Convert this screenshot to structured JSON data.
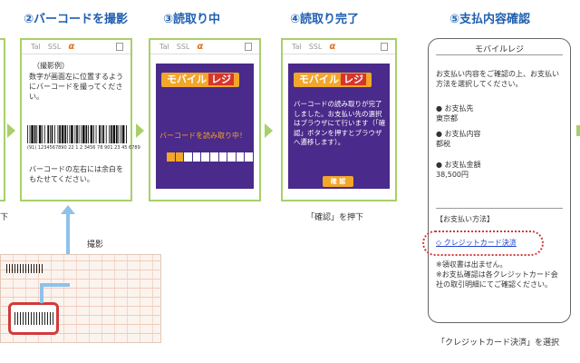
{
  "steps": {
    "s2": "②バーコードを撮影",
    "s3": "③読取り中",
    "s4": "④読取り完了",
    "s5": "⑤支払内容確認"
  },
  "status_bar": {
    "signal": "Tal",
    "ssl": "SSL",
    "alpha": "α"
  },
  "phone2": {
    "example": "（撮影例）",
    "instruction": "数字が画面左に位置するようにバーコードを撮ってください。",
    "barcode_number": "(91) 1234567890 22 1 2 3456 78 901 23 45 6789",
    "margin_note": "バーコードの左右には余白をもたせてください。"
  },
  "logo": {
    "main": "モバイル",
    "accent": "レジ"
  },
  "phone3": {
    "reading": "バーコードを読み取り中！",
    "progress": 0.2
  },
  "phone4": {
    "done": "バーコードの読み取りが完了しました。お支払い先の選択はブラウザにて行います（「確認」ボタンを押すとブラウザへ遷移します）。",
    "button": "確 認"
  },
  "phone5": {
    "title": "モバイルレジ",
    "intro": "お支払い内容をご確認の上、お支払い方法を選択してください。",
    "payee_label": "● お支払先",
    "payee_value": "東京都",
    "content_label": "● お支払内容",
    "content_value": "都税",
    "amount_label": "● お支払金額",
    "amount_value": "38,500円",
    "method_label": "【お支払い方法】",
    "method_option": "◇ クレジットカード決済",
    "note1": "※領収書は出ません。",
    "note2": "※お支払確認は各クレジットカード会社の取引明細にてご確認ください。"
  },
  "captions": {
    "left_edge": "下",
    "shoot": "撮影",
    "press_confirm": "「確認」を押下",
    "select_credit": "「クレジットカード決済」を選択"
  },
  "colors": {
    "accent_blue": "#1f5fb0",
    "frame_green": "#a8d06a",
    "purple": "#4a2a8a",
    "orange": "#f2a62a",
    "red": "#d23a3a"
  }
}
